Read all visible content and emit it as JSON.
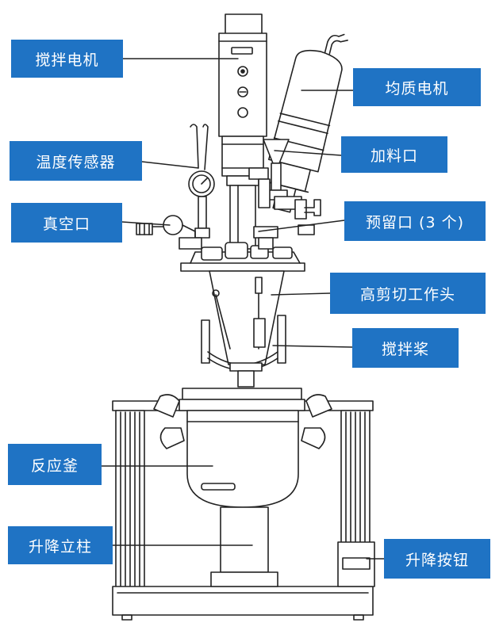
{
  "colors": {
    "label_bg": "#1f73c4",
    "label_text": "#ffffff",
    "line": "#222222"
  },
  "labels": {
    "stir_motor": "搅拌电机",
    "homogenizer_motor": "均质电机",
    "temp_sensor": "温度传感器",
    "feed_port": "加料口",
    "vacuum_port": "真空口",
    "reserved_ports": "预留口 (3 个)",
    "shear_head": "高剪切工作头",
    "stirring_paddle": "搅拌桨",
    "reactor": "反应釜",
    "lift_column": "升降立柱",
    "lift_button": "升降按钮"
  }
}
